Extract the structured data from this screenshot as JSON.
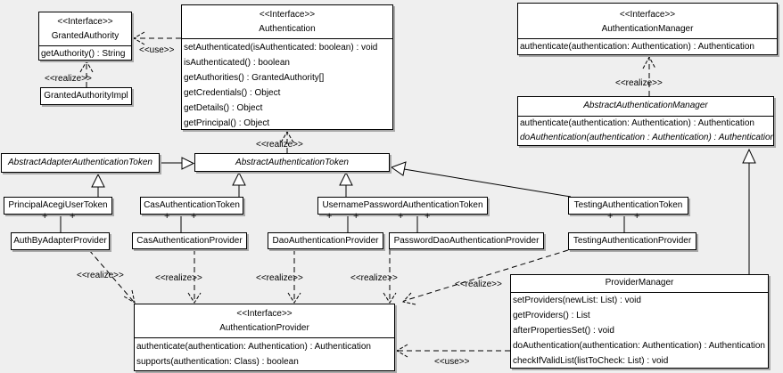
{
  "diagram_title": "Acegi Security authentication UML class diagram",
  "labels": {
    "realize": "<<realize>>",
    "use": "<<use>>",
    "plus": "+"
  },
  "classes": {
    "granted_authority": {
      "stereotype": "<<Interface>>",
      "name": "GrantedAuthority",
      "methods": [
        "getAuthority() : String"
      ]
    },
    "granted_authority_impl": {
      "name": "GrantedAuthorityImpl"
    },
    "authentication": {
      "stereotype": "<<Interface>>",
      "name": "Authentication",
      "methods": [
        "setAuthenticated(isAuthenticated: boolean) : void",
        "isAuthenticated() : boolean",
        "getAuthorities() : GrantedAuthority[]",
        "getCredentials() : Object",
        "getDetails() : Object",
        "getPrincipal() : Object"
      ]
    },
    "authentication_manager": {
      "stereotype": "<<Interface>>",
      "name": "AuthenticationManager",
      "methods": [
        "authenticate(authentication: Authentication) : Authentication"
      ]
    },
    "abstract_authentication_manager": {
      "name": "AbstractAuthenticationManager",
      "methods": [
        "authenticate(authentication: Authentication) : Authentication",
        "doAuthentication(authentication : Authentication) : Authentication"
      ]
    },
    "abstract_adapter_authentication_token": {
      "name": "AbstractAdapterAuthenticationToken"
    },
    "abstract_authentication_token": {
      "name": "AbstractAuthenticationToken"
    },
    "principal_acegi_user_token": {
      "name": "PrincipalAcegiUserToken"
    },
    "cas_authentication_token": {
      "name": "CasAuthenticationToken"
    },
    "username_password_authentication_token": {
      "name": "UsernamePasswordAuthenticationToken"
    },
    "testing_authentication_token": {
      "name": "TestingAuthenticationToken"
    },
    "auth_by_adapter_provider": {
      "name": "AuthByAdapterProvider"
    },
    "cas_authentication_provider": {
      "name": "CasAuthenticationProvider"
    },
    "dao_authentication_provider": {
      "name": "DaoAuthenticationProvider"
    },
    "password_dao_authentication_provider": {
      "name": "PasswordDaoAuthenticationProvider"
    },
    "testing_authentication_provider": {
      "name": "TestingAuthenticationProvider"
    },
    "authentication_provider": {
      "stereotype": "<<Interface>>",
      "name": "AuthenticationProvider",
      "methods": [
        "authenticate(authentication: Authentication) : Authentication",
        "supports(authentication: Class) : boolean"
      ]
    },
    "provider_manager": {
      "name": "ProviderManager",
      "methods": [
        "setProviders(newList: List) : void",
        "getProviders() : List",
        "afterPropertiesSet() : void",
        "doAuthentication(authentication: Authentication) : Authentication",
        "checkIfValidList(listToCheck: List) : void"
      ]
    }
  },
  "colors": {
    "background": "#efefef",
    "box_fill": "#ffffff",
    "line": "#000000",
    "shadow": "#a9a9a9"
  }
}
